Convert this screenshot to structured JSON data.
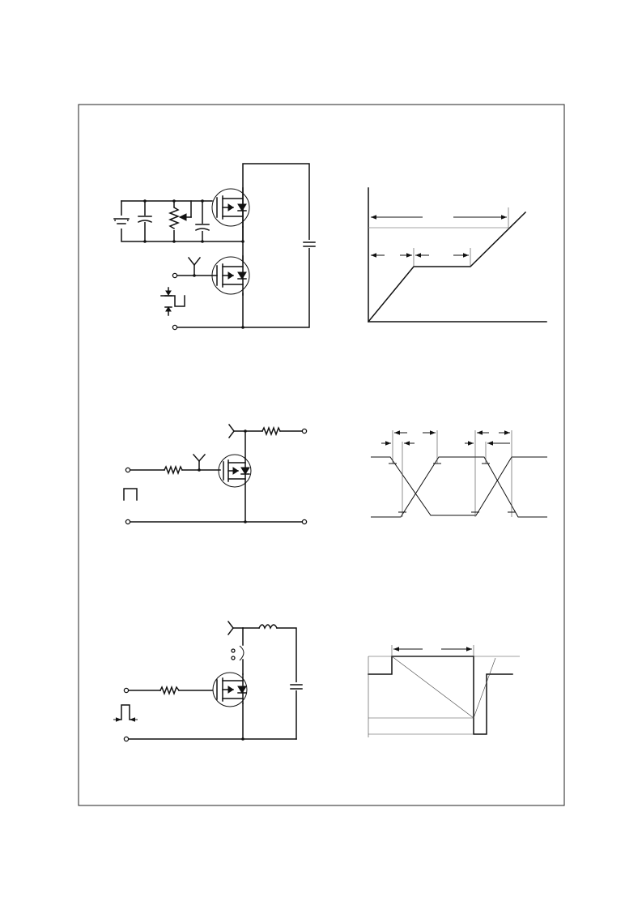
{
  "page": {
    "background": "#ffffff",
    "line_color": "#111111"
  },
  "figures": [
    {
      "id": "gate-charge-test-circuit",
      "panel": "circuit"
    },
    {
      "id": "gate-charge-waveform",
      "panel": "waveform"
    },
    {
      "id": "switching-test-circuit",
      "panel": "circuit"
    },
    {
      "id": "switching-waveform",
      "panel": "waveform"
    },
    {
      "id": "unclamped-inductive-test-circuit",
      "panel": "circuit"
    },
    {
      "id": "unclamped-inductive-waveform",
      "panel": "waveform"
    }
  ]
}
